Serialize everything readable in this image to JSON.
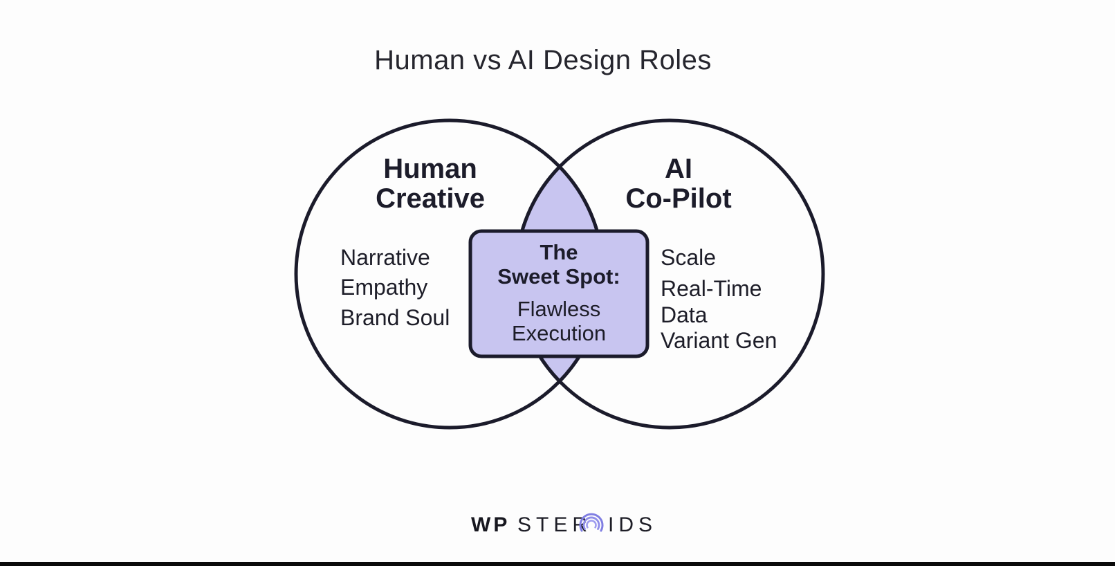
{
  "page": {
    "background": "#fdfdfd",
    "bottom_bar_color": "#0a0a0a"
  },
  "title": "Human vs AI Design Roles",
  "colors": {
    "outline": "#1b1b2b",
    "overlap_fill": "#c8c5f0",
    "text": "#20202c",
    "logo_accent": "#817fe3"
  },
  "venn": {
    "left_circle": {
      "heading_lines": [
        "Human",
        "Creative"
      ],
      "items": [
        "Narrative",
        "Empathy",
        "Brand Soul"
      ]
    },
    "right_circle": {
      "heading_lines": [
        "AI",
        "Co-Pilot"
      ],
      "items": [
        "Scale",
        "Real-Time Data",
        "Variant Gen"
      ],
      "item_lines": [
        "Scale",
        "Real-Time",
        "Data",
        "Variant Gen"
      ]
    },
    "overlap": {
      "heading_lines": [
        "The",
        "Sweet Spot:"
      ],
      "body_lines": [
        "Flawless",
        "Execution"
      ]
    }
  },
  "logo": {
    "prefix": "WP",
    "mid": "STER",
    "suffix": "IDS",
    "icon": "concentric-arcs-o-icon"
  }
}
